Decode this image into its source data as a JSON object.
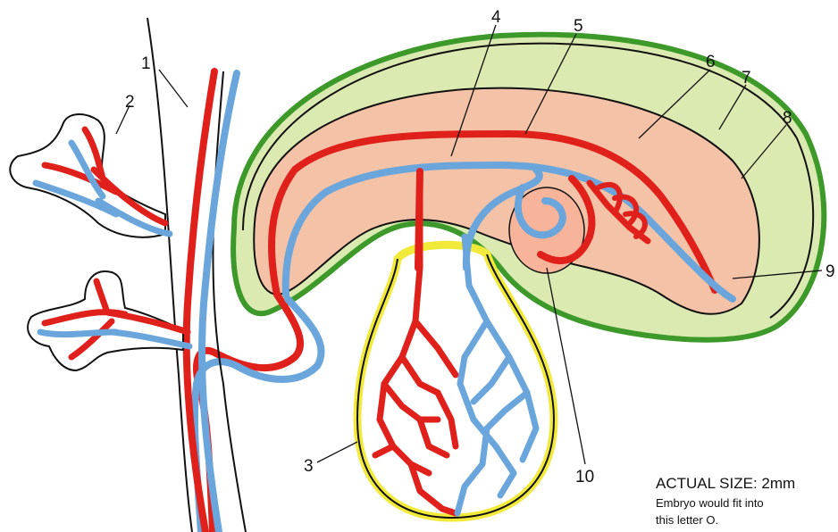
{
  "labels": {
    "n1": "1",
    "n2": "2",
    "n3": "3",
    "n4": "4",
    "n5": "5",
    "n6": "6",
    "n7": "7",
    "n8": "8",
    "n9": "9",
    "n10": "10"
  },
  "caption": {
    "title": "ACTUAL SIZE: 2mm",
    "line1": "Embryo would fit into",
    "line2": "this letter O."
  },
  "colors": {
    "artery": "#e0201b",
    "vein": "#6aa6dc",
    "amnion_fill": "#dbeab0",
    "amnion_edge": "#3d9a2a",
    "embryo_fill": "#f4c2a6",
    "yolk_edge": "#f2ea3a",
    "outline": "#111111"
  }
}
